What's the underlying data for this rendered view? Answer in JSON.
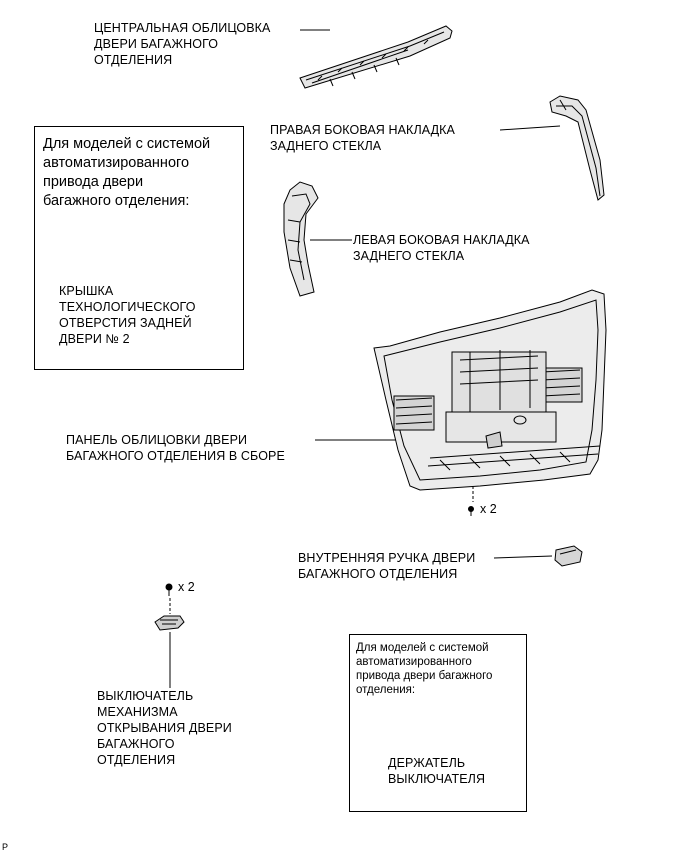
{
  "labels": {
    "center_trim": "ЦЕНТРАЛЬНАЯ ОБЛИЦОВКА\nДВЕРИ БАГАЖНОГО\nОТДЕЛЕНИЯ",
    "right_garnish": "ПРАВАЯ БОКОВАЯ НАКЛАДКА\nЗАДНЕГО СТЕКЛА",
    "left_garnish": "ЛЕВАЯ БОКОВАЯ НАКЛАДКА\nЗАДНЕГО СТЕКЛА",
    "hole_cover": "КРЫШКА\nТЕХНОЛОГИЧЕСКОГО\nОТВЕРСТИЯ ЗАДНЕЙ\nДВЕРИ № 2",
    "trim_panel": "ПАНЕЛЬ ОБЛИЦОВКИ ДВЕРИ\nБАГАЖНОГО ОТДЕЛЕНИЯ В СБОРЕ",
    "inner_handle": "ВНУТРЕННЯЯ РУЧКА ДВЕРИ\nБАГАЖНОГО ОТДЕЛЕНИЯ",
    "opener_switch": "ВЫКЛЮЧАТЕЛЬ\nМЕХАНИЗМА\nОТКРЫВАНИЯ ДВЕРИ\nБАГАЖНОГО\nОТДЕЛЕНИЯ",
    "switch_holder": "ДЕРЖАТЕЛЬ\nВЫКЛЮЧАТЕЛЯ"
  },
  "boxes": {
    "box1_title": "Для моделей с системой\nавтоматизированного\nпривода двери\nбагажного отделения:",
    "box2_title": "Для моделей с системой\nавтоматизированного\nпривода двери багажного\nотделения:"
  },
  "quantities": {
    "panel_screws": "x 2",
    "switch_screws": "x 2"
  },
  "corner_mark": "P"
}
